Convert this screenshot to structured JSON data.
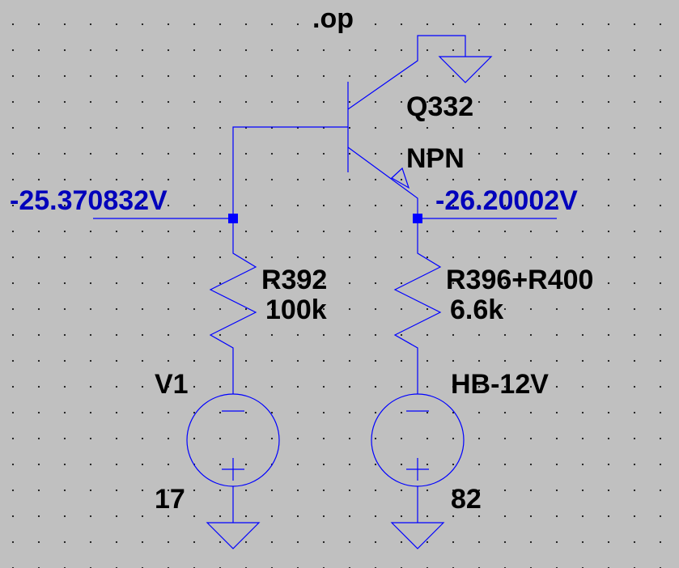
{
  "directive": ".op",
  "transistor": {
    "name": "Q332",
    "model": "NPN"
  },
  "node_voltages": {
    "base": "-25.370832V",
    "emitter": "-26.20002V"
  },
  "resistors": [
    {
      "name": "R392",
      "value": "100k"
    },
    {
      "name": "R396+R400",
      "value": "6.6k"
    }
  ],
  "sources": [
    {
      "name": "V1",
      "value": "17"
    },
    {
      "name": "HB-12V",
      "value": "82"
    }
  ],
  "colors": {
    "wire": "#0000ff",
    "voltage_label": "#0000bb",
    "background": "#c0c0c0",
    "text": "#000000"
  }
}
